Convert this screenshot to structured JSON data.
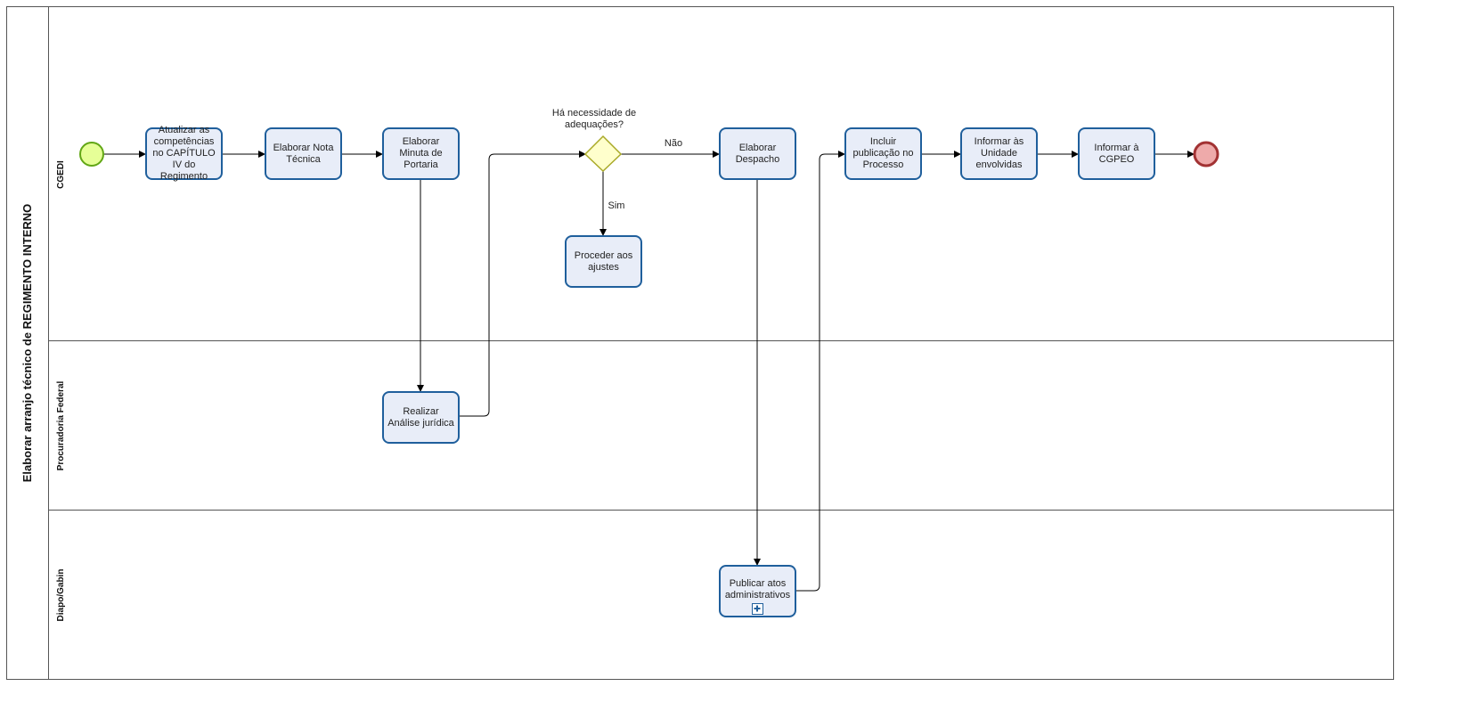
{
  "pool": {
    "title": "Elaborar arranjo técnico de REGIMENTO INTERNO"
  },
  "lanes": [
    {
      "name": "CGEDI"
    },
    {
      "name": "Procuradoria Federal"
    },
    {
      "name": "Diapo/Gabin"
    }
  ],
  "tasks": {
    "atualizar": "Atualizar as competências no CAPÍTULO IV do Regimento",
    "nota": "Elaborar Nota Técnica",
    "minuta": "Elaborar Minuta de Portaria",
    "analise": "Realizar Análise jurídica",
    "ajustes": "Proceder aos ajustes",
    "despacho": "Elaborar Despacho",
    "publicar": "Publicar atos administrativos",
    "incluir": "Incluir publicação no Processo",
    "informar_unidade": "Informar às Unidade envolvidas",
    "informar_cgpeo": "Informar à CGPEO"
  },
  "gateway": {
    "question": "Há necessidade de adequações?",
    "no": "Não",
    "yes": "Sim"
  },
  "colors": {
    "task_fill": "#e8edf8",
    "task_border": "#1f5f9c",
    "start_fill": "#e6ff97",
    "start_border": "#62a716",
    "end_fill": "#eeaaaa",
    "end_border": "#a23233",
    "gateway_fill": "#ffffcc",
    "gateway_border": "#a9a928"
  }
}
